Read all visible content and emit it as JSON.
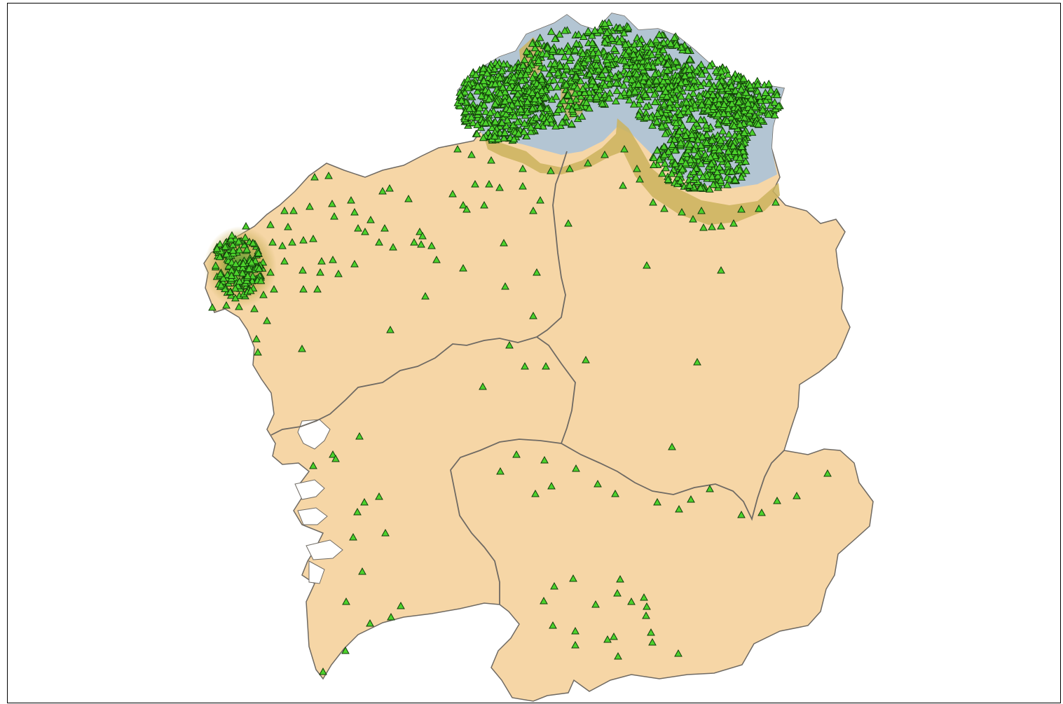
{
  "colors": {
    "land": "#f6d6a6",
    "land_stroke": "#6f6a63",
    "province_border": "#6f6a63",
    "density_high": "#b3c5d3",
    "density_mid": "#cbb35d",
    "marker_fill": "#4cd22c",
    "marker_stroke": "#123d0a",
    "frame_border": "#000000",
    "background": "#ffffff"
  },
  "icons": {
    "marker": "triangle-marker-icon"
  },
  "layers": [
    {
      "id": "provinces",
      "kind": "polygon"
    },
    {
      "id": "density-zones",
      "kind": "polygon"
    },
    {
      "id": "point-markers",
      "kind": "point"
    }
  ]
}
